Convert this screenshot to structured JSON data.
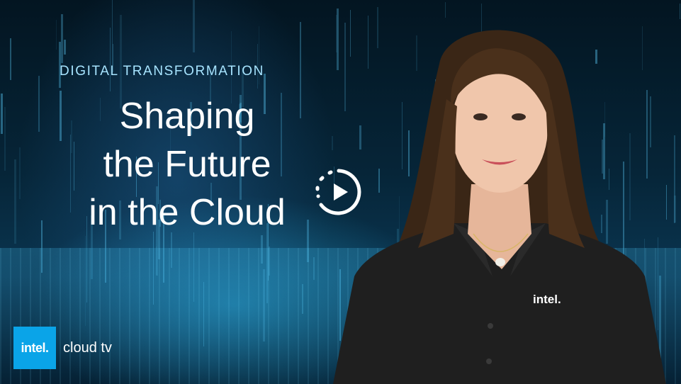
{
  "header": {
    "kicker": "DIGITAL TRANSFORMATION",
    "title_lines": [
      "Shaping",
      "the Future",
      "in the Cloud"
    ]
  },
  "player": {
    "play_icon": "play-circle-icon"
  },
  "presenter": {
    "shirt_logo": "intel."
  },
  "brand": {
    "logo_text": "intel.",
    "product": "cloud tv"
  },
  "colors": {
    "kicker": "#a7e4ff",
    "brand_blue": "#0aa4e8",
    "background_deep": "#031521",
    "glow": "#28aadc"
  }
}
